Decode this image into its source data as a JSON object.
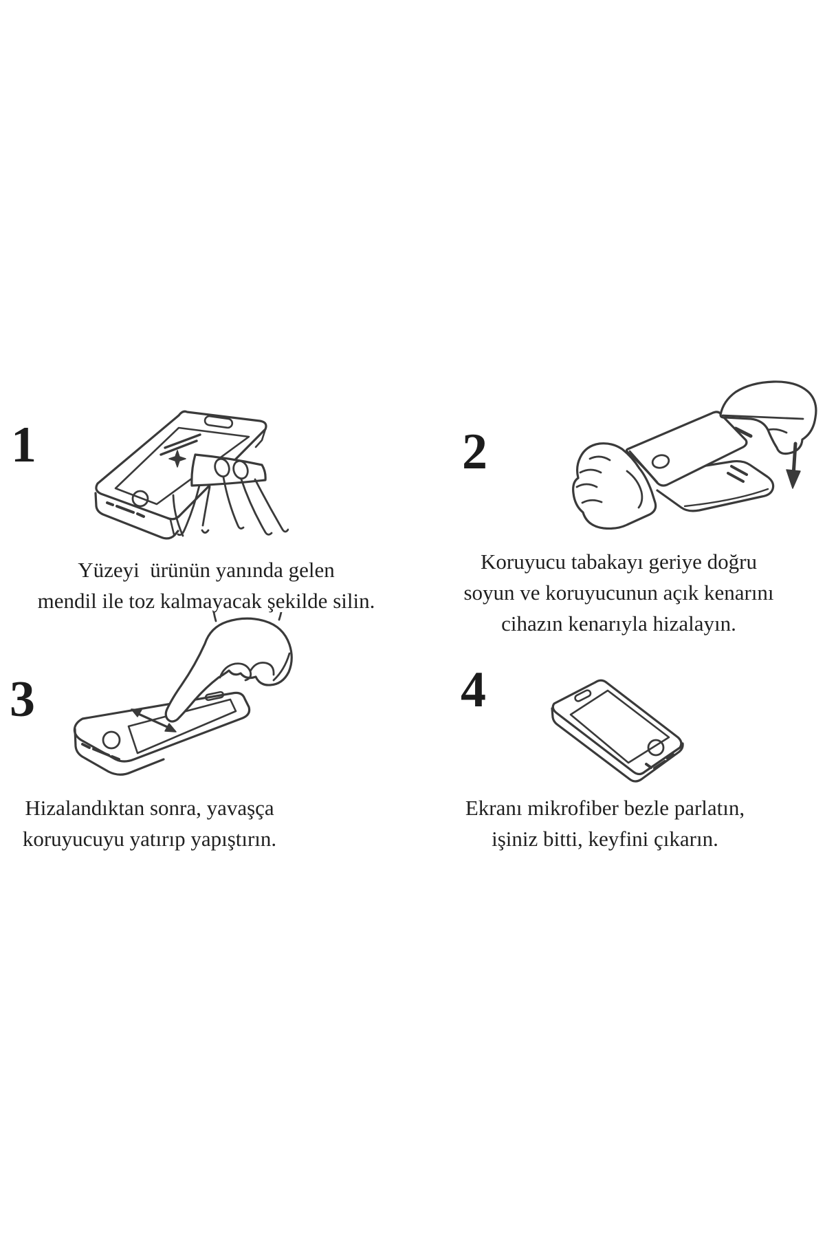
{
  "page": {
    "background_color": "#ffffff",
    "text_color": "#1f1f1f",
    "line_color": "#3a3a3a",
    "language": "Turkish",
    "content_type": "screen-protector-installation-instructions"
  },
  "steps": [
    {
      "number": "1",
      "illustration": "wipe-phone-screen-with-cloth",
      "caption_line1": "Yüzeyi  ürünün yanında gelen",
      "caption_line2": "mendil ile toz kalmayacak şekilde silin."
    },
    {
      "number": "2",
      "illustration": "peel-protective-film-and-align-edge",
      "caption_line1": "Koruyucu tabakayı geriye doğru",
      "caption_line2": "soyun ve koruyucunun açık kenarını",
      "caption_line3": "cihazın kenarıyla hizalayın."
    },
    {
      "number": "3",
      "illustration": "press-protector-onto-screen-with-finger",
      "caption_line1": "Hizalandıktan sonra, yavaşça",
      "caption_line2": "koruyucuyu yatırıp yapıştırın."
    },
    {
      "number": "4",
      "illustration": "finished-phone",
      "caption_line1": "Ekranı mikrofiber bezle parlatın,",
      "caption_line2": "işiniz bitti, keyfini çıkarın."
    }
  ]
}
